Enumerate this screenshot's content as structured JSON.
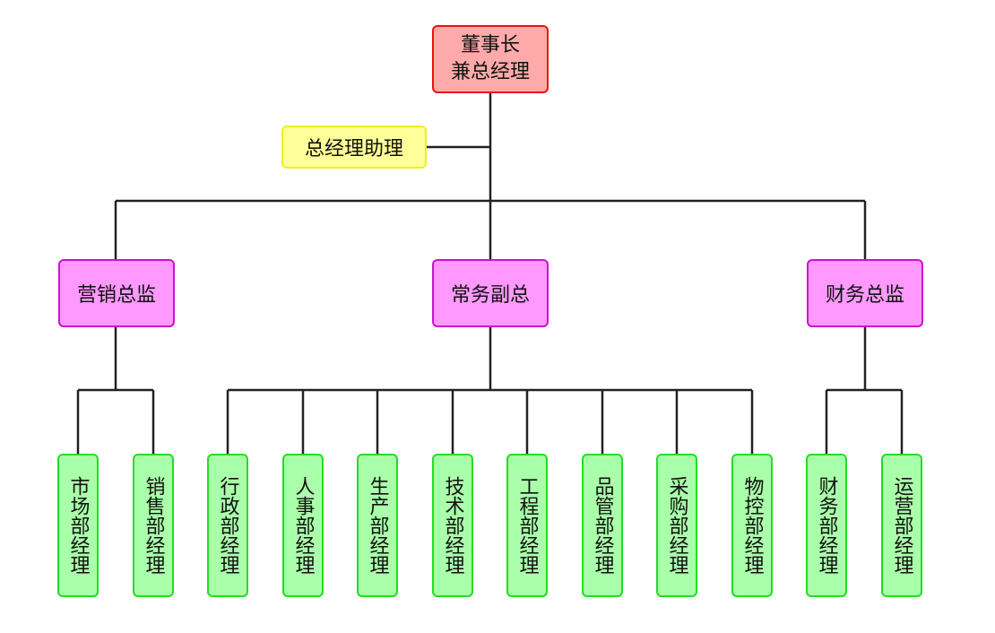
{
  "chairman": {
    "line1": "董事长",
    "line2": "兼总经理"
  },
  "assistant": {
    "label": "总经理助理"
  },
  "directors": {
    "marketing": "营销总监",
    "operations": "常务副总",
    "finance": "财务总监"
  },
  "departments": [
    "市场部经理",
    "销售部经理",
    "行政部经理",
    "人事部经理",
    "生产部经理",
    "技术部经理",
    "工程部经理",
    "品管部经理",
    "采购部经理",
    "物控部经理",
    "财务部经理",
    "运营部经理"
  ],
  "colors": {
    "line": "#222222",
    "chairman_fill": "#ffaaaa",
    "chairman_border": "#ee1111",
    "assistant_fill": "#ffff99",
    "assistant_border": "#eeee22",
    "director_fill": "#ff99ff",
    "director_border": "#cc11cc",
    "dept_fill": "#aaffaa",
    "dept_border": "#22dd22"
  }
}
